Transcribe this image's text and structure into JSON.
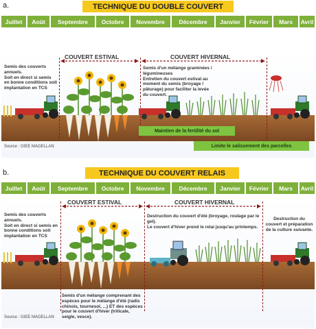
{
  "panel_a": {
    "label": "a.",
    "title": "TECHNIQUE DU DOUBLE COUVERT",
    "months": [
      "Juillet",
      "Août",
      "Septembre",
      "Octobre",
      "Novembre",
      "Décembre",
      "Janvier",
      "Février",
      "Mars",
      "Avril"
    ],
    "summer_label": "COUVERT ESTIVAL",
    "winter_label": "COUVERT HIVERNAL",
    "left_text": "Semis des couverts annuels.\nSoit en direct si semis en bonne conditions soit implantation en TCS",
    "winter_text": "Semis d'un mélange graminées / légumineuses\nEntretien du couvert estival au moment du semis (broyage / pâturage) pour faciliter la levée du couvert.",
    "benefit_1": "Maintien de la fertilité du sol",
    "benefit_2": "Limite le salissement des parcelles",
    "source": "Source : GIEE MAGELLAN"
  },
  "panel_b": {
    "label": "b.",
    "title": "TECHNIQUE DU COUVERT RELAIS",
    "months": [
      "Juillet",
      "Août",
      "Septembre",
      "Octobre",
      "Novembre",
      "Décembre",
      "Janvier",
      "Février",
      "Mars",
      "Avril"
    ],
    "summer_label": "COUVERT ESTIVAL",
    "winter_label": "COUVERT HIVERNAL",
    "left_text": "Semis des couverts annuels.\nSoit en direct si semis en bonne conditions soit implantation en TCS",
    "winter_text": "Destruction du couvert d'été (broyage, roulage par le gel).\nLe couvert d'hiver prend le relai jusqu'au printemps.",
    "right_text": "Destruction du couvert et préparation de la culture suivante.",
    "mix_text": "Semis d'un mélange comprenant des espèces pour le mélange d'été (radis chinois, tournesol, ...) ET des espèces pour le couvert d'hiver (triticale, seigle, vesce).",
    "source": "Source : GIEE MAGELLAN"
  },
  "colors": {
    "title_bg": "#f7c81e",
    "month_bg": "#7fb03a",
    "dash": "#8b1a1a",
    "soil": "#8a5328",
    "benefit_bg": "#7ec441",
    "tractor": "#2f7a2a",
    "seeder": "#c8302b"
  }
}
